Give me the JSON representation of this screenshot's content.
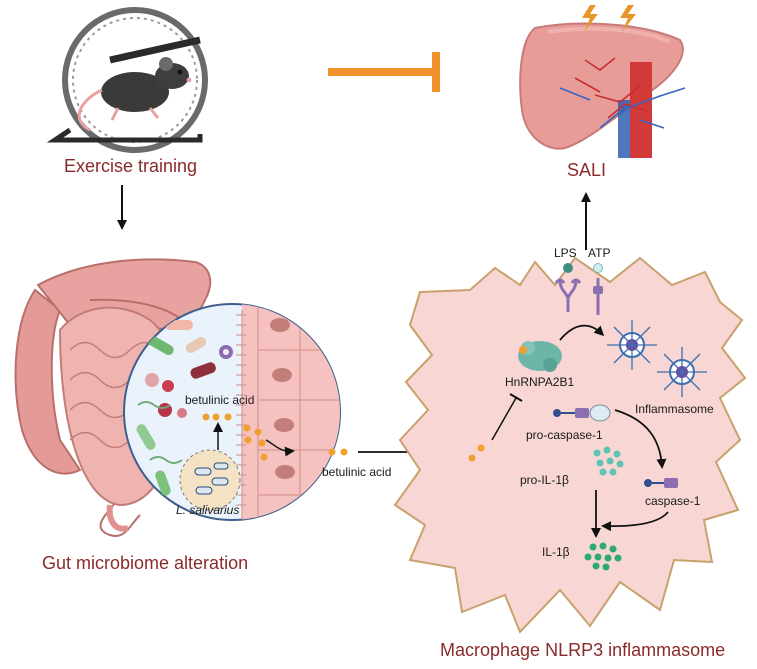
{
  "labels": {
    "exercise_training": "Exercise training",
    "sali": "SALI",
    "gut_microbiome_alteration": "Gut microbiome alteration",
    "macrophage_title": "Macrophage NLRP3 inflammasome",
    "betulinic_acid_inner": "betulinic acid",
    "betulinic_acid_outer": "betulinic acid",
    "l_salivarius": "L. salivarius",
    "lps": "LPS",
    "atp": "ATP",
    "hnrnpa2b1": "HnRNPA2B1",
    "inflammasome": "Inflammasome",
    "pro_caspase_1": "pro-caspase-1",
    "pro_il_1b": "pro-IL-1β",
    "caspase_1": "caspase-1",
    "il_1b": "IL-1β"
  },
  "colors": {
    "title_red": "#8b2a2a",
    "inhibit_orange": "#f0922b",
    "bolt": "#e8962a",
    "betulinic_dot": "#f0a030",
    "cell_fill": "#f7d6d4",
    "cell_border": "#c9a16a",
    "liver": "#e79c98",
    "gut": "#e8a3a0",
    "lps_receptor": "#8c6fb0",
    "il1b_dots": "#2eaa6e",
    "pro_il1b_dots": "#5ec4b6"
  }
}
